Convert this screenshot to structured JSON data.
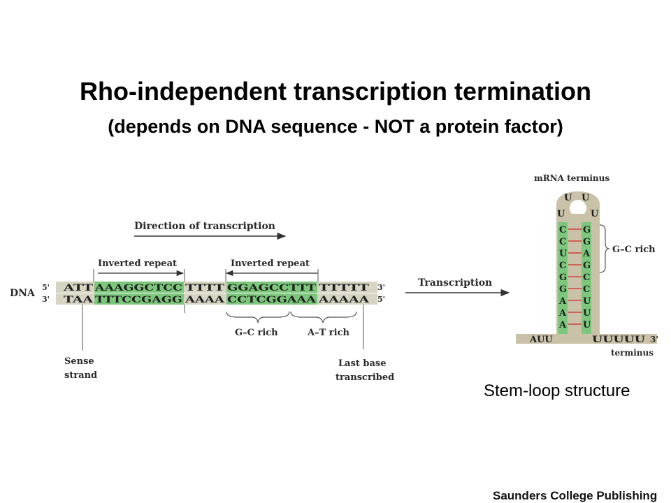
{
  "title": "Rho-independent transcription termination",
  "subtitle": "(depends on DNA sequence - NOT a protein factor)",
  "caption": "Stem-loop structure",
  "publisher": "Saunders College Publishing",
  "dna_panel": {
    "direction_label": "Direction of transcription",
    "inverted_repeat_left": "Inverted repeat",
    "inverted_repeat_right": "Inverted repeat",
    "dna_label": "DNA",
    "top_5prime": "5'",
    "top_3prime": "3'",
    "bottom_3prime": "3'",
    "bottom_5prime": "5'",
    "top_strand": {
      "seg1": "ATT",
      "seg2": "AAAGGCTCC",
      "seg3": "TTTT",
      "seg4": "GGAGCCTTT",
      "seg5": "TTTTT"
    },
    "bottom_strand": {
      "seg1": "TAA",
      "seg2": "TTTCCGAGG",
      "seg3": "AAAA",
      "seg4": "CCTCGGAAA",
      "seg5": "AAAAA"
    },
    "gc_rich": "G–C rich",
    "at_rich": "A–T rich",
    "sense_strand_1": "Sense",
    "sense_strand_2": "strand",
    "last_base_1": "Last base",
    "last_base_2": "transcribed",
    "transcription_label": "Transcription"
  },
  "hairpin": {
    "mrna_terminus": "mRNA terminus",
    "loop_top_left": "U",
    "loop_top_right": "U",
    "loop_mid_left": "U",
    "loop_mid_right": "U",
    "left_stem": [
      "C",
      "C",
      "U",
      "C",
      "G",
      "G",
      "A",
      "A",
      "A"
    ],
    "right_stem": [
      "G",
      "G",
      "A",
      "G",
      "C",
      "C",
      "U",
      "U",
      "U"
    ],
    "gc_rich": "G–C rich",
    "left_tail": "AUU",
    "right_tail": "UUUUU",
    "three_prime": "3'",
    "terminus": "terminus"
  },
  "colors": {
    "green_highlight": "#7dc77d",
    "gray_band": "#d8d4c4",
    "hairpin_body": "#c9c2a8",
    "pair_line": "#d24040"
  }
}
